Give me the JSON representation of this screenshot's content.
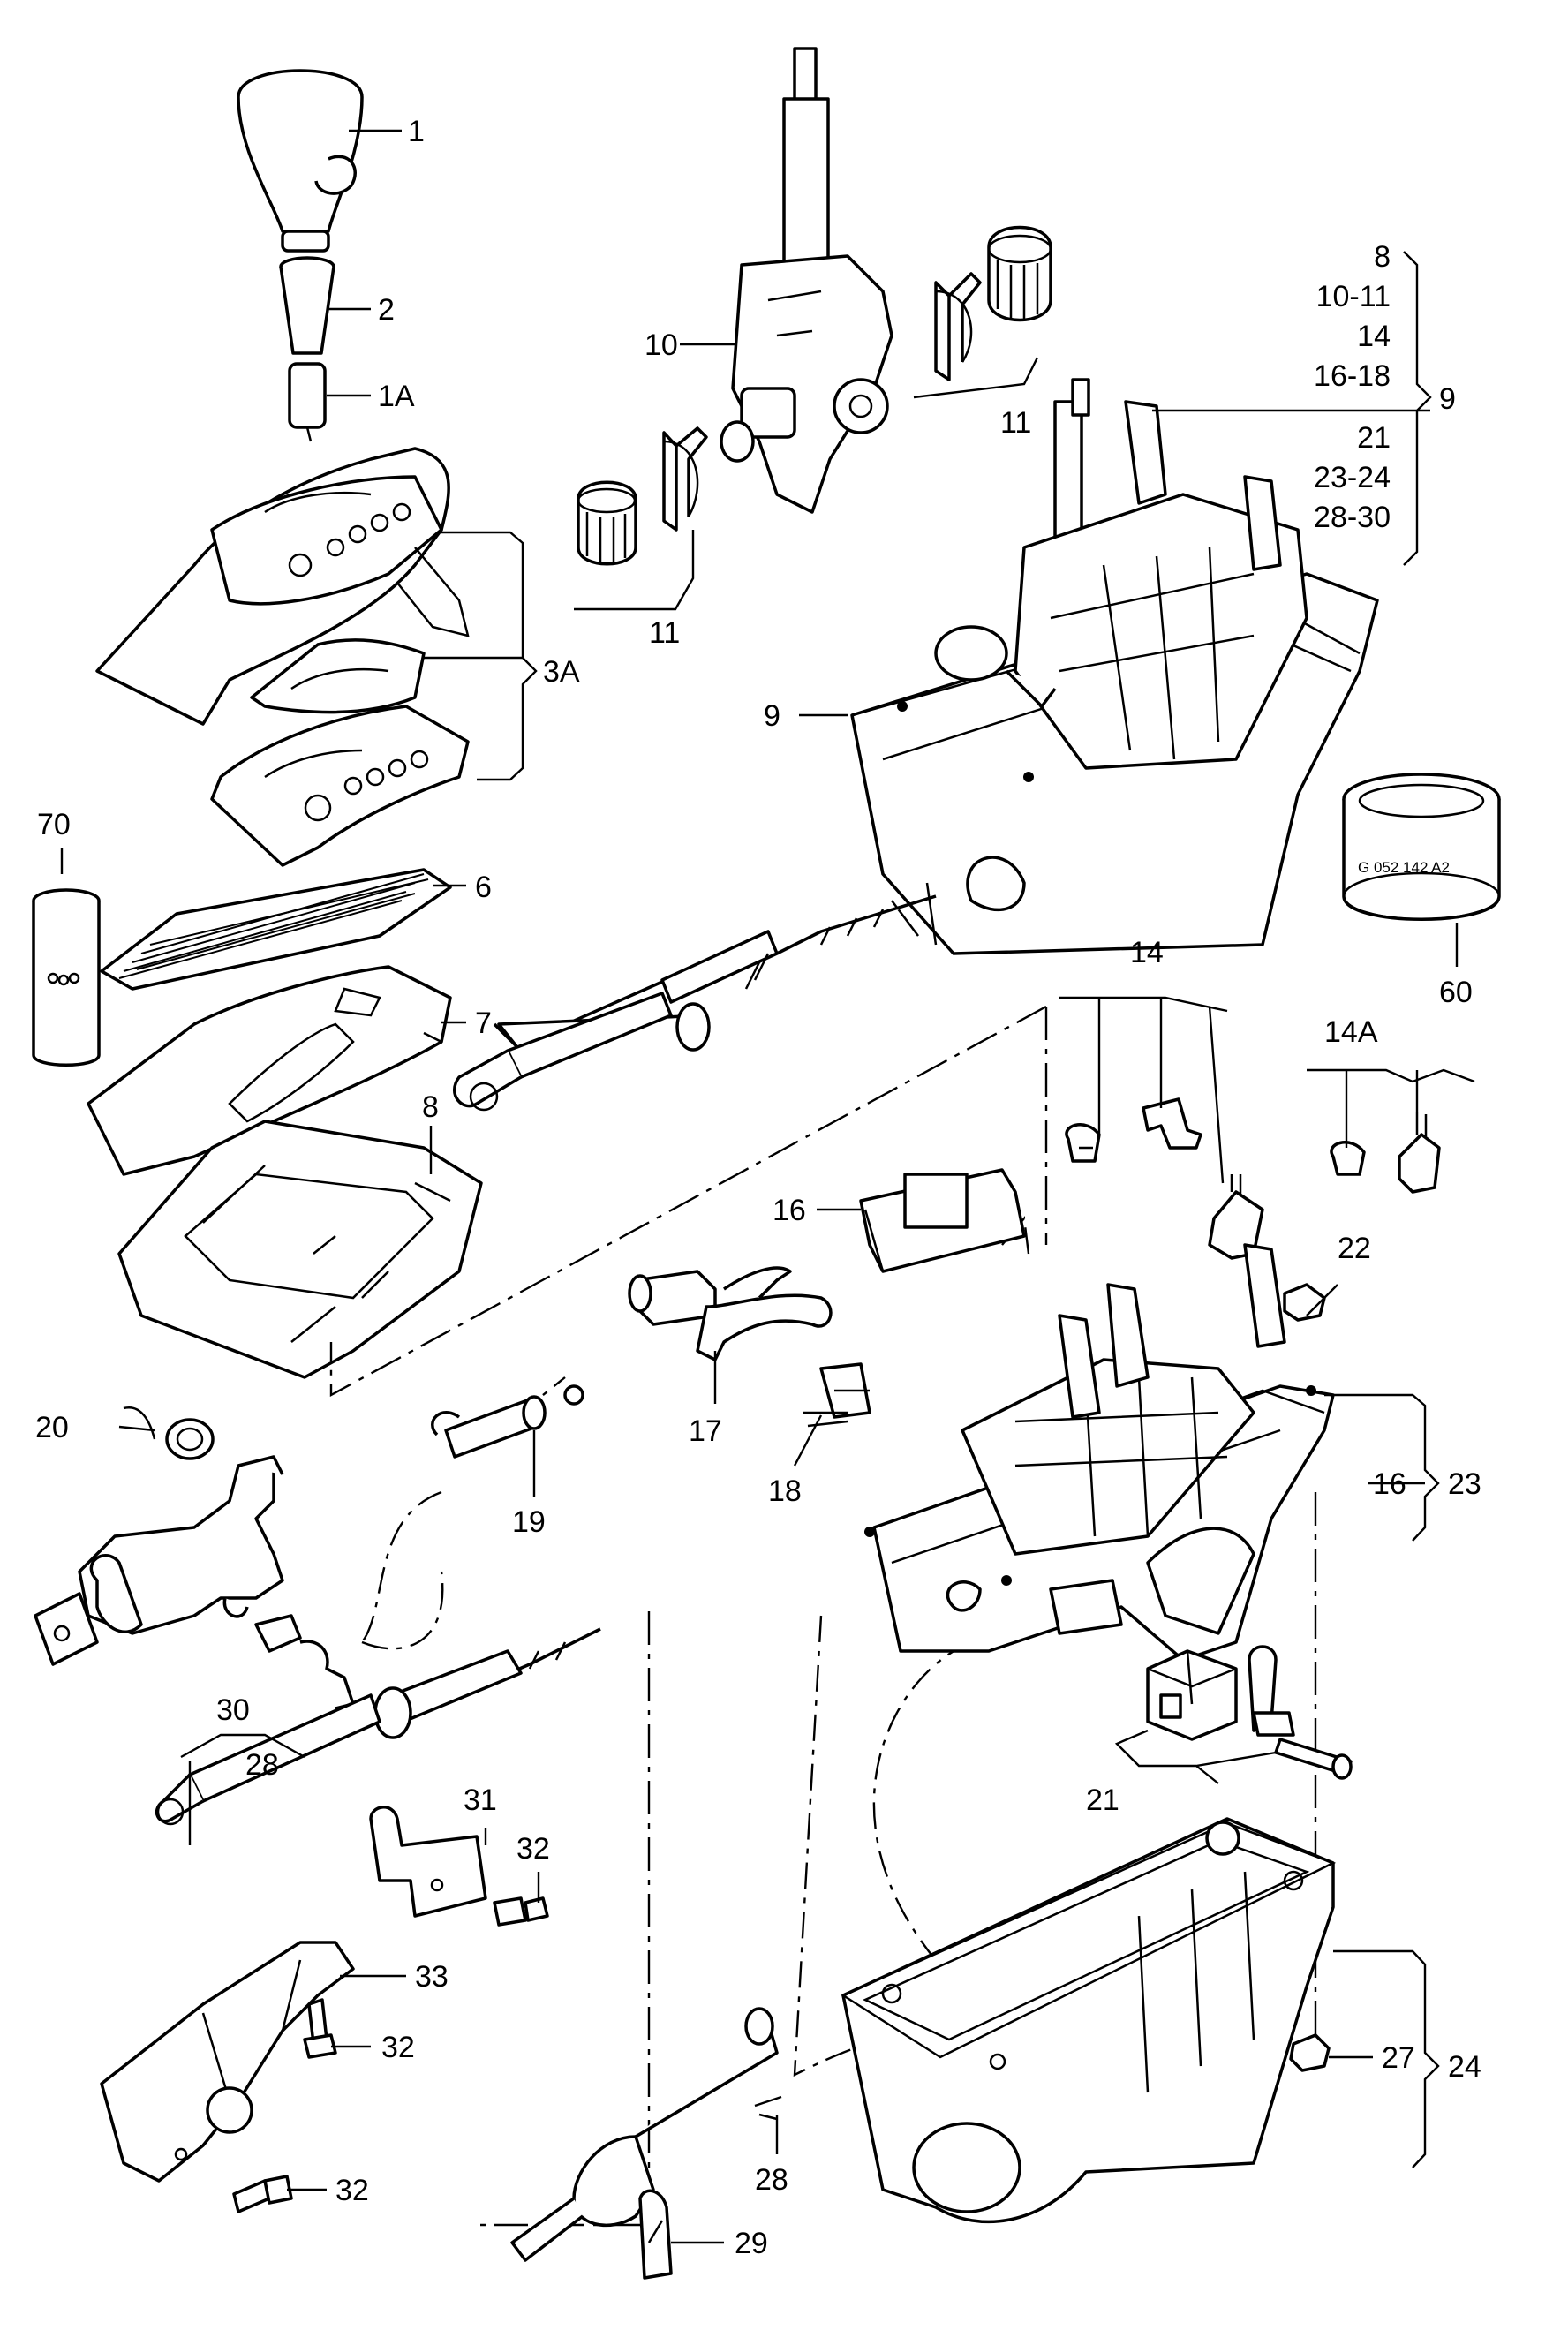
{
  "labels": {
    "l1": "1",
    "l2": "2",
    "l1A": "1A",
    "l3A": "3A",
    "l6": "6",
    "l7": "7",
    "l8": "8",
    "l70": "70",
    "l10": "10",
    "l11a": "11",
    "l11b": "11",
    "l9a": "9",
    "l9b": "9",
    "l60": "60",
    "l14": "14",
    "l14A": "14A",
    "l16a": "16",
    "l16b": "16",
    "l17": "17",
    "l18": "18",
    "l19": "19",
    "l20": "20",
    "l21": "21",
    "l22": "22",
    "l23": "23",
    "l24": "24",
    "l27": "27",
    "l28a": "28",
    "l28b": "28",
    "l29": "29",
    "l30": "30",
    "l31": "31",
    "l32a": "32",
    "l32b": "32",
    "l32c": "32",
    "l33": "33"
  },
  "group9": [
    "8",
    "10-11",
    "14",
    "16-18",
    "21",
    "23-24",
    "28-30"
  ],
  "sealant_label": "G 052 142 A2"
}
